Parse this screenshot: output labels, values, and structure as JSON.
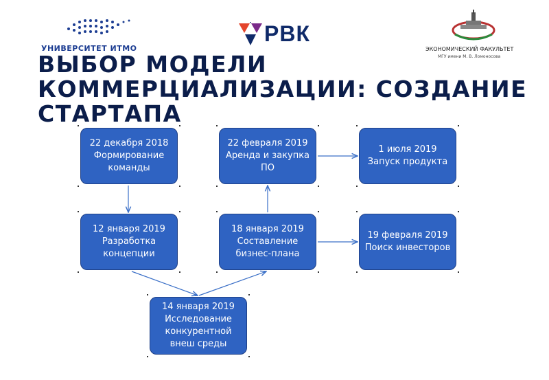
{
  "logos": {
    "itmo": {
      "caption": "УНИВЕРСИТЕТ ИТМО",
      "dot_color": "#1c3d92"
    },
    "rvk": {
      "word": "РВК",
      "colors": [
        "#e4452c",
        "#7a2a8a",
        "#0f2a69"
      ]
    },
    "econ": {
      "line1": "ЭКОНОМИЧЕСКИЙ ФАКУЛЬТЕТ",
      "line2": "МГУ имени М. В. Ломоносова"
    }
  },
  "title": "ВЫБОР МОДЕЛИ КОММЕРЦИАЛИЗАЦИИ: СОЗДАНИЕ СТАРТАПА",
  "nodes": [
    {
      "id": "team",
      "text": "22 декабря 2018 Формирование команды"
    },
    {
      "id": "rent",
      "text": "22 февраля 2019 Аренда и закупка ПО"
    },
    {
      "id": "launch",
      "text": "1 июля 2019 Запуск продукта"
    },
    {
      "id": "concept",
      "text": "12 января 2019 Разработка концепции"
    },
    {
      "id": "plan",
      "text": "18 января 2019 Составление бизнес-плана"
    },
    {
      "id": "investors",
      "text": "19 февраля 2019 Поиск инвесторов"
    },
    {
      "id": "research",
      "text": "14 января 2019 Исследование конкурентной внеш среды"
    }
  ],
  "edges": [
    {
      "from": "team",
      "to": "concept"
    },
    {
      "from": "concept",
      "to": "research"
    },
    {
      "from": "research",
      "to": "plan"
    },
    {
      "from": "plan",
      "to": "rent"
    },
    {
      "from": "rent",
      "to": "launch"
    },
    {
      "from": "plan",
      "to": "investors"
    }
  ],
  "colors": {
    "box_fill": "#2f63c2",
    "box_border": "#1e3f86",
    "arrow": "#3a6fc7",
    "title": "#0b1d4a"
  }
}
